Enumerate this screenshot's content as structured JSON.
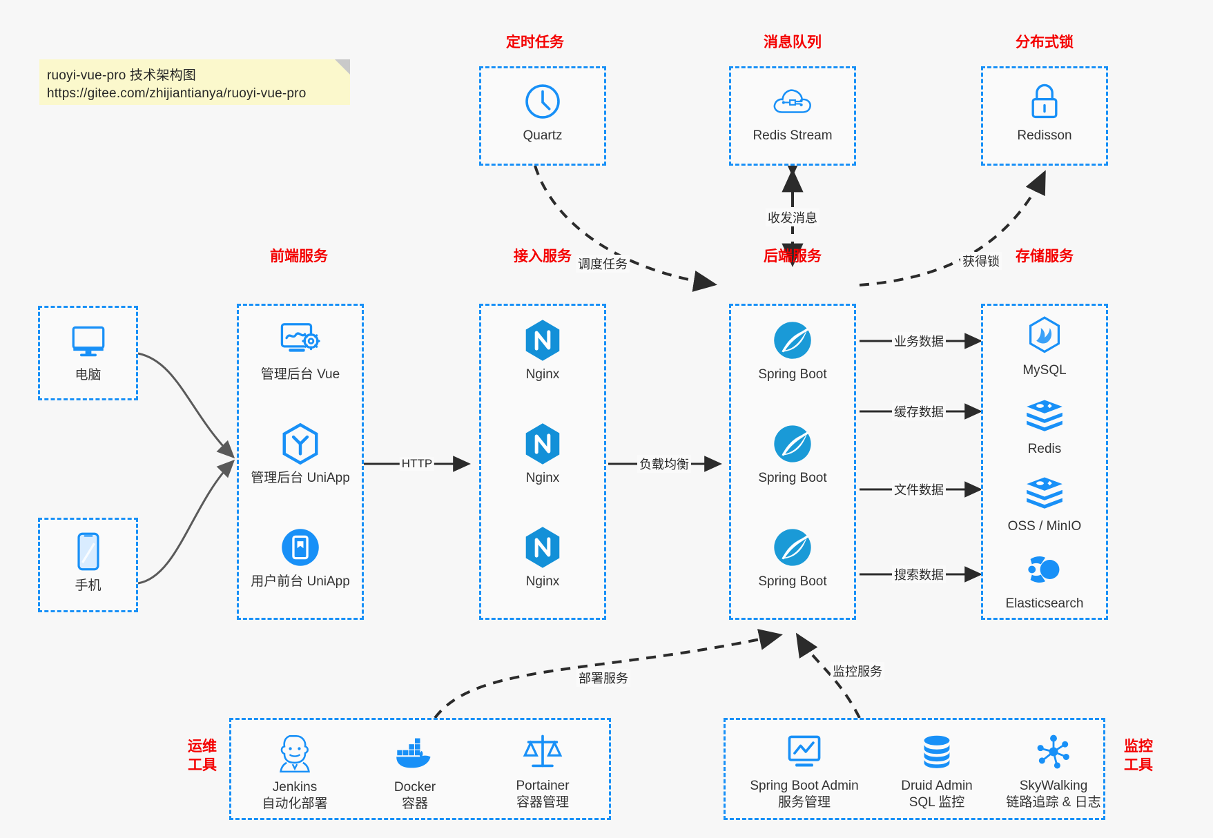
{
  "note": {
    "line1": "ruoyi-vue-pro 技术架构图",
    "line2": "https://gitee.com/zhijiantianya/ruoyi-vue-pro"
  },
  "colors": {
    "accent": "#1890f7",
    "group_title": "#f40000",
    "text": "#333333",
    "background": "#f7f7f7",
    "note_bg": "#fbf8cc",
    "edge": "#2b2b2b"
  },
  "groups": {
    "scheduled_task": {
      "title": "定时任务"
    },
    "message_queue": {
      "title": "消息队列"
    },
    "distributed_lock": {
      "title": "分布式锁"
    },
    "frontend": {
      "title": "前端服务"
    },
    "gateway": {
      "title": "接入服务"
    },
    "backend": {
      "title": "后端服务"
    },
    "storage": {
      "title": "存储服务"
    },
    "devops": {
      "title_line1": "运维",
      "title_line2": "工具"
    },
    "monitor": {
      "title_line1": "监控",
      "title_line2": "工具"
    }
  },
  "nodes": {
    "quartz": {
      "label": "Quartz",
      "icon": "clock-icon"
    },
    "redis_stream": {
      "label": "Redis Stream",
      "icon": "cloud-stream-icon"
    },
    "redisson": {
      "label": "Redisson",
      "icon": "lock-icon"
    },
    "computer": {
      "label": "电脑",
      "icon": "monitor-icon"
    },
    "phone": {
      "label": "手机",
      "icon": "smartphone-icon"
    },
    "frontend_items": [
      {
        "label": "管理后台 Vue",
        "icon": "dashboard-gear-icon"
      },
      {
        "label": "管理后台 UniApp",
        "icon": "uniapp-hexagon-icon"
      },
      {
        "label": "用户前台 UniApp",
        "icon": "mobile-app-icon"
      }
    ],
    "gateway_items": [
      {
        "label": "Nginx",
        "icon": "nginx-icon"
      },
      {
        "label": "Nginx",
        "icon": "nginx-icon"
      },
      {
        "label": "Nginx",
        "icon": "nginx-icon"
      }
    ],
    "backend_items": [
      {
        "label": "Spring Boot",
        "icon": "spring-boot-icon"
      },
      {
        "label": "Spring Boot",
        "icon": "spring-boot-icon"
      },
      {
        "label": "Spring Boot",
        "icon": "spring-boot-icon"
      }
    ],
    "storage_items": [
      {
        "label": "MySQL",
        "icon": "mysql-icon"
      },
      {
        "label": "Redis",
        "icon": "redis-icon"
      },
      {
        "label": "OSS / MinIO",
        "icon": "oss-minio-icon"
      },
      {
        "label": "Elasticsearch",
        "icon": "elasticsearch-icon"
      }
    ],
    "devops_items": [
      {
        "name": "Jenkins",
        "desc": "自动化部署",
        "icon": "jenkins-icon"
      },
      {
        "name": "Docker",
        "desc": "容器",
        "icon": "docker-icon"
      },
      {
        "name": "Portainer",
        "desc": "容器管理",
        "icon": "portainer-scale-icon"
      }
    ],
    "monitor_items": [
      {
        "name": "Spring Boot Admin",
        "desc": "服务管理",
        "icon": "monitor-chart-icon"
      },
      {
        "name": "Druid Admin",
        "desc": "SQL 监控",
        "icon": "database-icon"
      },
      {
        "name": "SkyWalking",
        "desc": "链路追踪 & 日志",
        "icon": "skywalking-icon"
      }
    ]
  },
  "edges": {
    "schedule_task": "调度任务",
    "send_receive_message": "收发消息",
    "acquire_lock": "获得锁",
    "http": "HTTP",
    "load_balance": "负载均衡",
    "business_data": "业务数据",
    "cache_data": "缓存数据",
    "file_data": "文件数据",
    "search_data": "搜索数据",
    "deploy_service": "部署服务",
    "monitor_service": "监控服务"
  }
}
